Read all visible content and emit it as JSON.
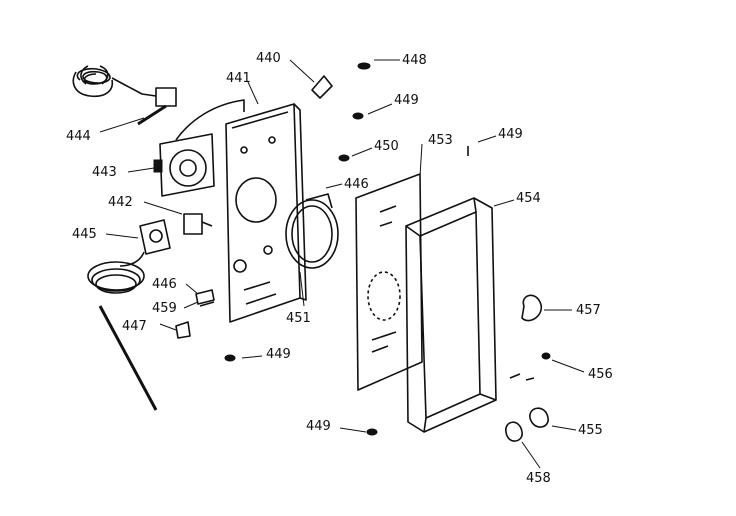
{
  "callouts": {
    "p440": "440",
    "p441": "441",
    "p442": "442",
    "p443": "443",
    "p444": "444",
    "p445": "445",
    "p446a": "446",
    "p446b": "446",
    "p447": "447",
    "p448": "448",
    "p449a": "449",
    "p449b": "449",
    "p449c": "449",
    "p449d": "449",
    "p450": "450",
    "p451": "451",
    "p453": "453",
    "p454": "454",
    "p455": "455",
    "p456": "456",
    "p457": "457",
    "p458": "458",
    "p459": "459"
  },
  "colors": {
    "ink": "#111111",
    "paper": "#ffffff"
  }
}
